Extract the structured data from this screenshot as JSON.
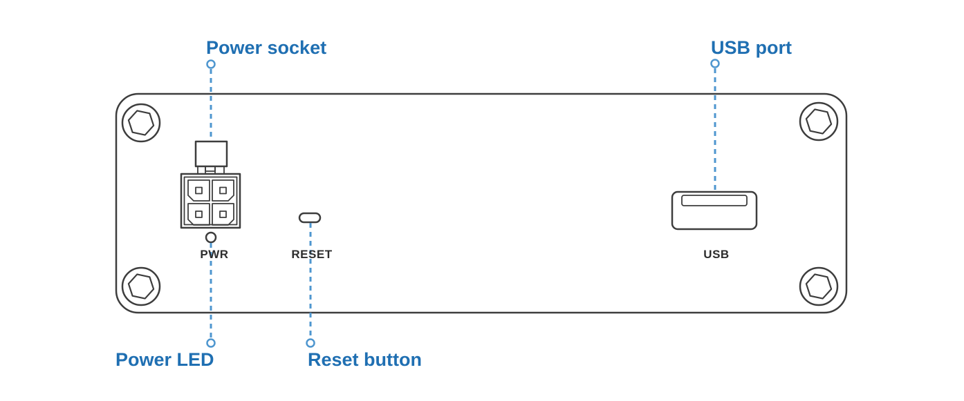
{
  "diagram": {
    "type": "device-panel-annotation",
    "callouts": {
      "power_socket": "Power socket",
      "usb_port": "USB port",
      "power_led": "Power LED",
      "reset_button": "Reset button"
    },
    "panel_markings": {
      "pwr": "PWR",
      "reset": "RESET",
      "usb": "USB"
    },
    "colors": {
      "callout_blue": "#1f6fb2",
      "leader_line_blue": "#4e96cf",
      "outline_dark": "#3d3d3d",
      "marking_dark": "#2d2d2d",
      "background": "#ffffff"
    }
  }
}
